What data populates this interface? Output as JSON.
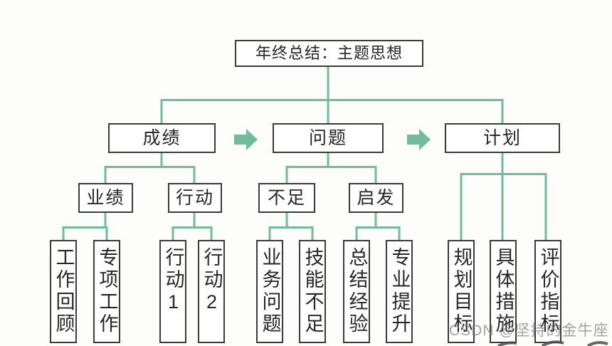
{
  "diagram": {
    "title": "年终总结：主题思想",
    "flow": [
      {
        "label": "成绩",
        "children": [
          {
            "label": "业绩",
            "children": [
              {
                "label": "工作回顾"
              },
              {
                "label": "专项工作"
              }
            ]
          },
          {
            "label": "行动",
            "children": [
              {
                "label": "行动1"
              },
              {
                "label": "行动2"
              }
            ]
          }
        ]
      },
      {
        "label": "问题",
        "children": [
          {
            "label": "不足",
            "children": [
              {
                "label": "业务问题"
              },
              {
                "label": "技能不足"
              }
            ]
          },
          {
            "label": "启发",
            "children": [
              {
                "label": "总结经验"
              },
              {
                "label": "专业提升"
              }
            ]
          }
        ]
      },
      {
        "label": "计划",
        "children": [
          {
            "label": "规划目标"
          },
          {
            "label": "具体措施"
          },
          {
            "label": "评价指标"
          }
        ]
      }
    ],
    "colors": {
      "connector_green": "#6fbd9b",
      "box_border": "#3b3b3b",
      "background": "#fdfdfc"
    }
  },
  "watermark": {
    "text": "CSDN @坚持的金牛座"
  }
}
